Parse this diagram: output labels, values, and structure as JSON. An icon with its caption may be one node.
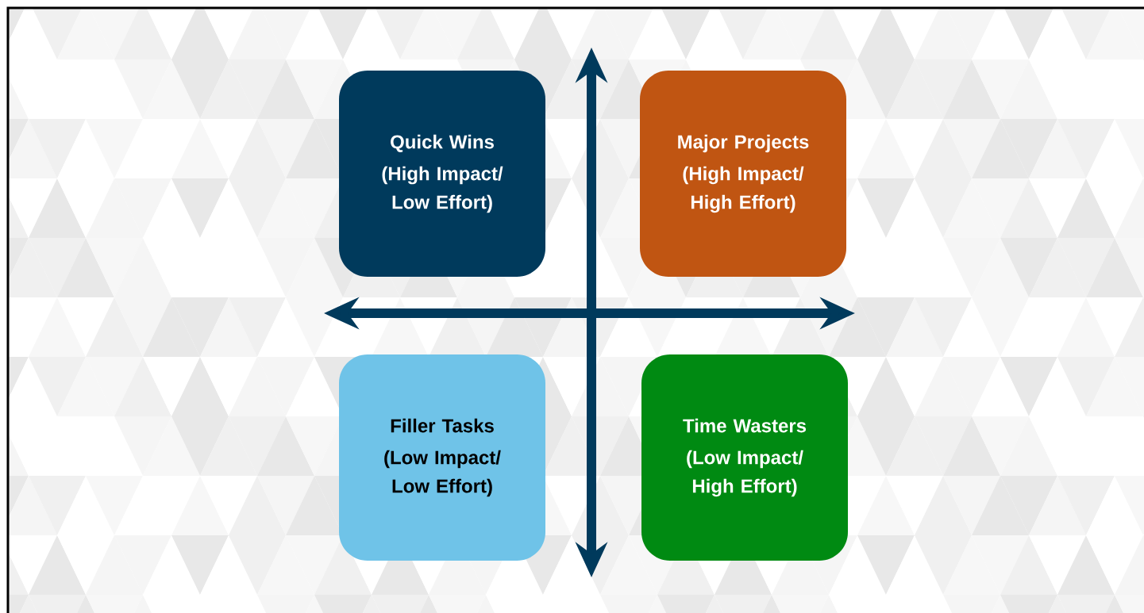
{
  "diagram": {
    "nodes": [
      {
        "text": [
          "Quick Wins",
          "(High Impact/ Low Effort)"
        ]
      },
      {
        "text": [
          "Major Projects",
          "(High Impact/ High Effort)"
        ]
      },
      {
        "text": [
          "Filler Tasks",
          "(Low Impact/ Low Effort)"
        ]
      },
      {
        "text": [
          "Time Wasters",
          "(Low Impact/ High Effort)"
        ]
      }
    ]
  }
}
